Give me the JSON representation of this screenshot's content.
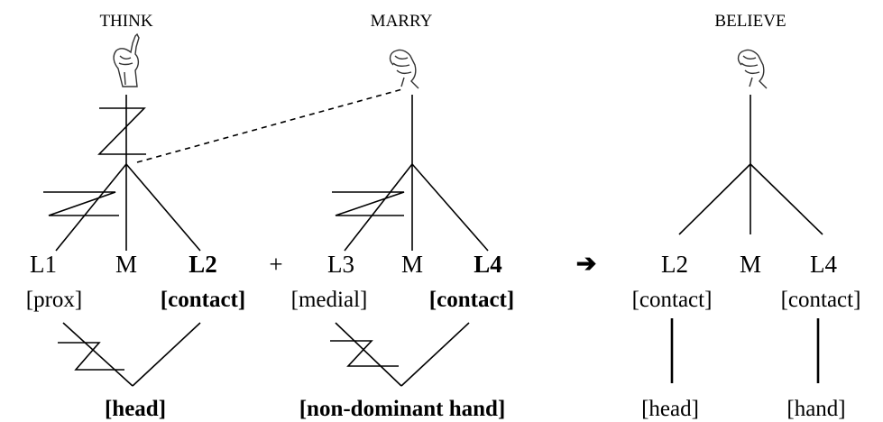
{
  "think": {
    "title": "THINK",
    "nodes": [
      "L1",
      "M",
      "L2"
    ],
    "features": [
      "[prox]",
      "[contact]"
    ],
    "target": "[head]"
  },
  "plus": "+",
  "marry": {
    "title": "MARRY",
    "nodes": [
      "L3",
      "M",
      "L4"
    ],
    "features": [
      "[medial]",
      "[contact]"
    ],
    "target": "[non-dominant hand]"
  },
  "arrow": "➔",
  "believe": {
    "title": "BELIEVE",
    "nodes": [
      "L2",
      "M",
      "L4"
    ],
    "features": [
      "[contact]",
      "[contact]"
    ],
    "targets": [
      "[head]",
      "[hand]"
    ]
  }
}
